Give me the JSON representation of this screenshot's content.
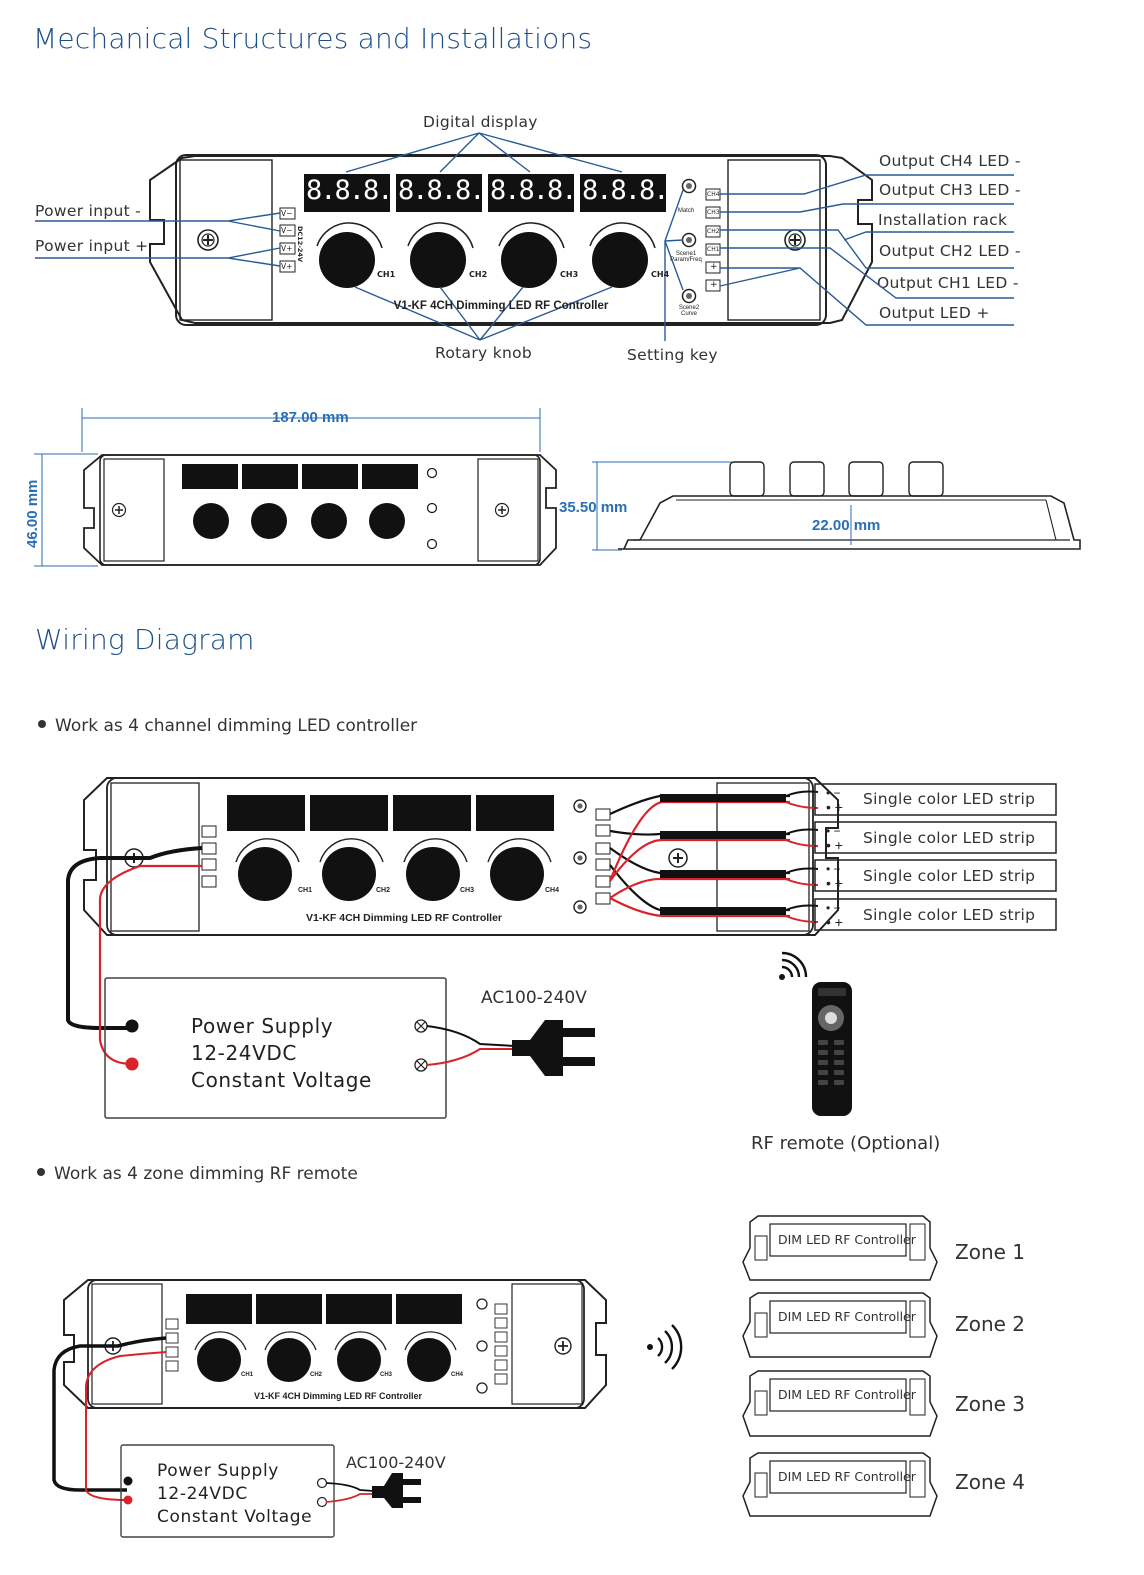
{
  "section1": {
    "title": "Mechanical Structures and Installations"
  },
  "front_view": {
    "callouts": {
      "digital_display": "Digital display",
      "power_input_neg": "Power input -",
      "power_input_pos": "Power input +",
      "rotary_knob": "Rotary knob",
      "setting_key": "Setting key",
      "output_ch4": "Output CH4 LED -",
      "output_ch3": "Output CH3 LED -",
      "installation_rack": "Installation rack",
      "output_ch2": "Output CH2 LED -",
      "output_ch1": "Output CH1 LED -",
      "output_led_pos": "Output LED +"
    },
    "display_digits": "8.8.8.",
    "model_label": "V1-KF  4CH Dimming LED RF Controller",
    "knob_labels": [
      "CH1",
      "CH2",
      "CH3",
      "CH4"
    ],
    "input_terminals": [
      "V−",
      "V−",
      "V+",
      "V+"
    ],
    "input_voltage": "DC12-24V",
    "output_terminals": [
      "CH4",
      "CH3",
      "CH2",
      "CH1",
      "+",
      "+"
    ],
    "keys": [
      "Match",
      "Scene1 Param/Freq",
      "Scene2 Curve"
    ]
  },
  "dimensions": {
    "length": "187.00 mm",
    "width": "46.00 mm",
    "height": "35.50 mm",
    "body_height": "22.00 mm"
  },
  "section2": {
    "title": "Wiring Diagram"
  },
  "mode1": {
    "bullet": "Work as 4 channel dimming LED controller",
    "strip_label": "Single color LED strip",
    "strips": [
      "Single color LED strip",
      "Single color LED strip",
      "Single color LED strip",
      "Single color LED strip"
    ],
    "psu_lines": [
      "Power Supply",
      "12-24VDC",
      "Constant Voltage"
    ],
    "ac_label": "AC100-240V",
    "remote_label": "RF remote (Optional)"
  },
  "mode2": {
    "bullet": "Work as 4 zone dimming RF remote",
    "psu_lines": [
      "Power Supply",
      "12-24VDC",
      "Constant Voltage"
    ],
    "ac_label": "AC100-240V",
    "zone_controller_label": "DIM LED RF Controller",
    "zones": [
      "Zone 1",
      "Zone 2",
      "Zone 3",
      "Zone 4"
    ]
  },
  "colors": {
    "heading": "#1b4f8c",
    "callout_line": "#2a5a96",
    "dimension": "#2a6fb3",
    "wire_red": "#d8232a",
    "wire_black": "#111111"
  }
}
